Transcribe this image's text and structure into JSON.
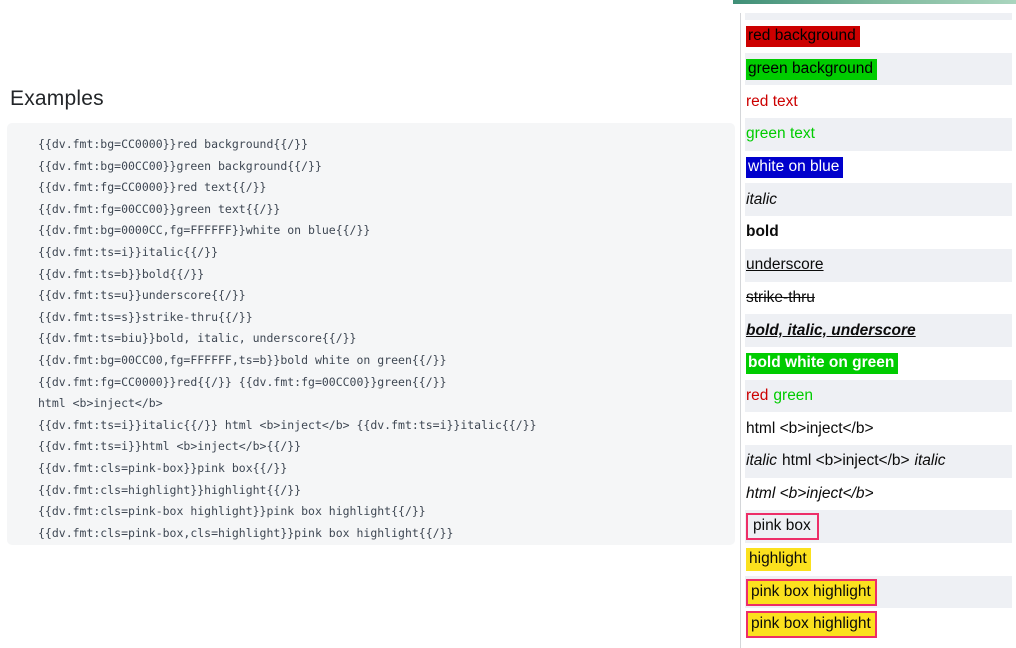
{
  "page": {
    "heading": "Examples"
  },
  "colors": {
    "red": "#CC0000",
    "green": "#00CC00",
    "blue": "#0000CC",
    "pink": "#ED2E68",
    "yellow": "#FBE11E",
    "stripe": "#EEF0F4",
    "code_bg": "#F5F6F7",
    "code_text": "#3E4753",
    "accent_bar_left": "#3F8F77",
    "accent_bar_right": "#AAD5BE"
  },
  "code": {
    "lines": [
      "{{dv.fmt:bg=CC0000}}red background{{/}}",
      "{{dv.fmt:bg=00CC00}}green background{{/}}",
      "{{dv.fmt:fg=CC0000}}red text{{/}}",
      "{{dv.fmt:fg=00CC00}}green text{{/}}",
      "{{dv.fmt:bg=0000CC,fg=FFFFFF}}white on blue{{/}}",
      "{{dv.fmt:ts=i}}italic{{/}}",
      "{{dv.fmt:ts=b}}bold{{/}}",
      "{{dv.fmt:ts=u}}underscore{{/}}",
      "{{dv.fmt:ts=s}}strike-thru{{/}}",
      "{{dv.fmt:ts=biu}}bold, italic, underscore{{/}}",
      "{{dv.fmt:bg=00CC00,fg=FFFFFF,ts=b}}bold white on green{{/}}",
      "{{dv.fmt:fg=CC0000}}red{{/}} {{dv.fmt:fg=00CC00}}green{{/}}",
      "html <b>inject</b>",
      "{{dv.fmt:ts=i}}italic{{/}} html <b>inject</b> {{dv.fmt:ts=i}}italic{{/}}",
      "{{dv.fmt:ts=i}}html <b>inject</b>{{/}}",
      "{{dv.fmt:cls=pink-box}}pink box{{/}}",
      "{{dv.fmt:cls=highlight}}highlight{{/}}",
      "{{dv.fmt:cls=pink-box highlight}}pink box highlight{{/}}",
      "{{dv.fmt:cls=pink-box,cls=highlight}}pink box highlight{{/}}"
    ]
  },
  "output": {
    "rows": [
      {
        "segments": [
          {
            "text": "red background"
          }
        ]
      },
      {
        "segments": [
          {
            "text": "green background"
          }
        ]
      },
      {
        "segments": [
          {
            "text": "red text"
          }
        ]
      },
      {
        "segments": [
          {
            "text": "green text"
          }
        ]
      },
      {
        "segments": [
          {
            "text": "white on blue"
          }
        ]
      },
      {
        "segments": [
          {
            "text": "italic"
          }
        ]
      },
      {
        "segments": [
          {
            "text": "bold"
          }
        ]
      },
      {
        "segments": [
          {
            "text": "underscore"
          }
        ]
      },
      {
        "segments": [
          {
            "text": "strike-thru"
          }
        ]
      },
      {
        "segments": [
          {
            "text": "bold, italic, underscore"
          }
        ]
      },
      {
        "segments": [
          {
            "text": "bold white on green"
          }
        ]
      },
      {
        "segments": [
          {
            "text": "red"
          },
          {
            "text": "green"
          }
        ]
      },
      {
        "segments": [
          {
            "text": "html <b>inject</b>"
          }
        ]
      },
      {
        "segments": [
          {
            "text": "italic"
          },
          {
            "text": "html <b>inject</b>"
          },
          {
            "text": "italic"
          }
        ]
      },
      {
        "segments": [
          {
            "text": "html <b>inject</b>"
          }
        ]
      },
      {
        "segments": [
          {
            "text": "pink box"
          }
        ]
      },
      {
        "segments": [
          {
            "text": "highlight"
          }
        ]
      },
      {
        "segments": [
          {
            "text": "pink box highlight"
          }
        ]
      },
      {
        "segments": [
          {
            "text": "pink box highlight"
          }
        ]
      }
    ]
  }
}
